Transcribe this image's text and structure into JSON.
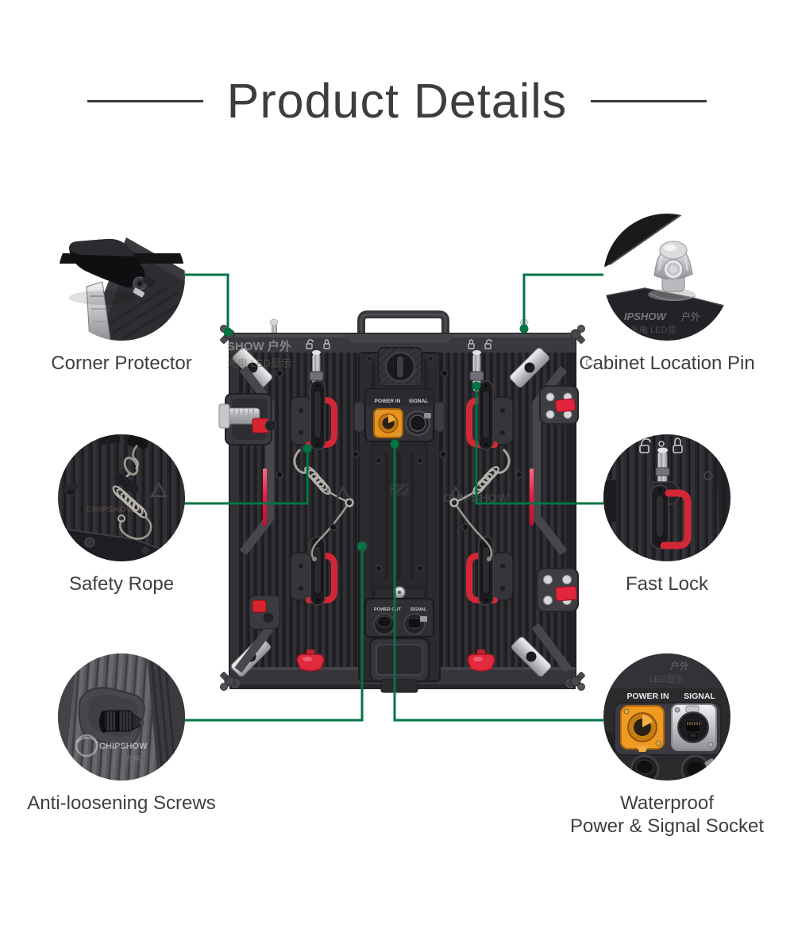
{
  "page": {
    "title": "Product Details",
    "background": "#ffffff"
  },
  "colors": {
    "accent_green": "#007442",
    "heading_text": "#3d3d3d",
    "label_text": "#3e3e3e",
    "cabinet_red": "#d42736",
    "power_connector_orange": "#ef9a22"
  },
  "callouts": [
    {
      "id": "corner-protector",
      "position": "top-left",
      "label": "Corner Protector"
    },
    {
      "id": "cabinet-location-pin",
      "position": "top-right",
      "label": "Cabinet Location Pin"
    },
    {
      "id": "safety-rope",
      "position": "middle-left",
      "label": "Safety Rope"
    },
    {
      "id": "fast-lock",
      "position": "middle-right",
      "label": "Fast Lock"
    },
    {
      "id": "anti-loosening-screws",
      "position": "bottom-left",
      "label": "Anti-loosening Screws"
    },
    {
      "id": "waterproof-socket",
      "position": "bottom-right",
      "label_line1": "Waterproof",
      "label_line2": "Power & Signal Socket"
    }
  ],
  "cabinet": {
    "top_panel": {
      "power_in": "POWER IN",
      "signal": "SIGNAL"
    },
    "bottom_panel": {
      "power_out": "POWER OUT",
      "signal": "SIGNAL"
    }
  },
  "socket_closeup": {
    "power_in": "POWER IN",
    "signal": "SIGNAL"
  },
  "watermarks": {
    "cabinet_top_left_1": "SHOW 户外",
    "cabinet_top_left_2": "光电 LED显示",
    "cabinet_center": "CHIPSHOW",
    "cabinet_right_fragment": "C",
    "pin_circle_1": "IPSHOW",
    "pin_circle_2": "户外",
    "pin_circle_3": "光电 LED显",
    "rope_circle": "CHIPSHOW",
    "screw_circle_1": "CHIPSHOW",
    "screw_circle_2": "光电",
    "socket_circle_1": "户外",
    "socket_circle_2": "LED显示"
  }
}
